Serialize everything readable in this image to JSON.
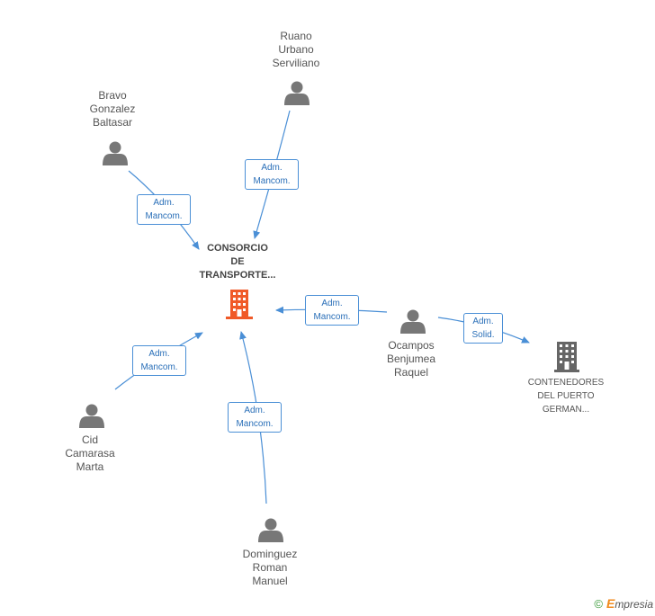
{
  "nodes": {
    "center": {
      "label": "CONSORCIO\nDE\nTRANSPORTE...",
      "icon": "building-icon",
      "color": "#f05a28"
    },
    "ruano": {
      "label": "Ruano\nUrbano\nServiliano",
      "icon": "person-icon"
    },
    "bravo": {
      "label": "Bravo\nGonzalez\nBaltasar",
      "icon": "person-icon"
    },
    "ocampos": {
      "label": "Ocampos\nBenjumea\nRaquel",
      "icon": "person-icon"
    },
    "cid": {
      "label": "Cid\nCamarasa\nMarta",
      "icon": "person-icon"
    },
    "dominguez": {
      "label": "Dominguez\nRoman\nManuel",
      "icon": "person-icon"
    },
    "contenedores": {
      "label": "CONTENEDORES\nDEL PUERTO\nGERMAN...",
      "icon": "building-icon",
      "color": "#666666"
    }
  },
  "edges": {
    "ruano": "Adm.\nMancom.",
    "bravo": "Adm.\nMancom.",
    "ocampos": "Adm.\nMancom.",
    "cid": "Adm.\nMancom.",
    "dominguez": "Adm.\nMancom.",
    "contenedores": "Adm.\nSolid."
  },
  "colors": {
    "edge": "#4a8fd6",
    "person": "#777777"
  },
  "footer": {
    "copyright": "©",
    "brand_initial": "E",
    "brand_rest": "mpresia"
  }
}
